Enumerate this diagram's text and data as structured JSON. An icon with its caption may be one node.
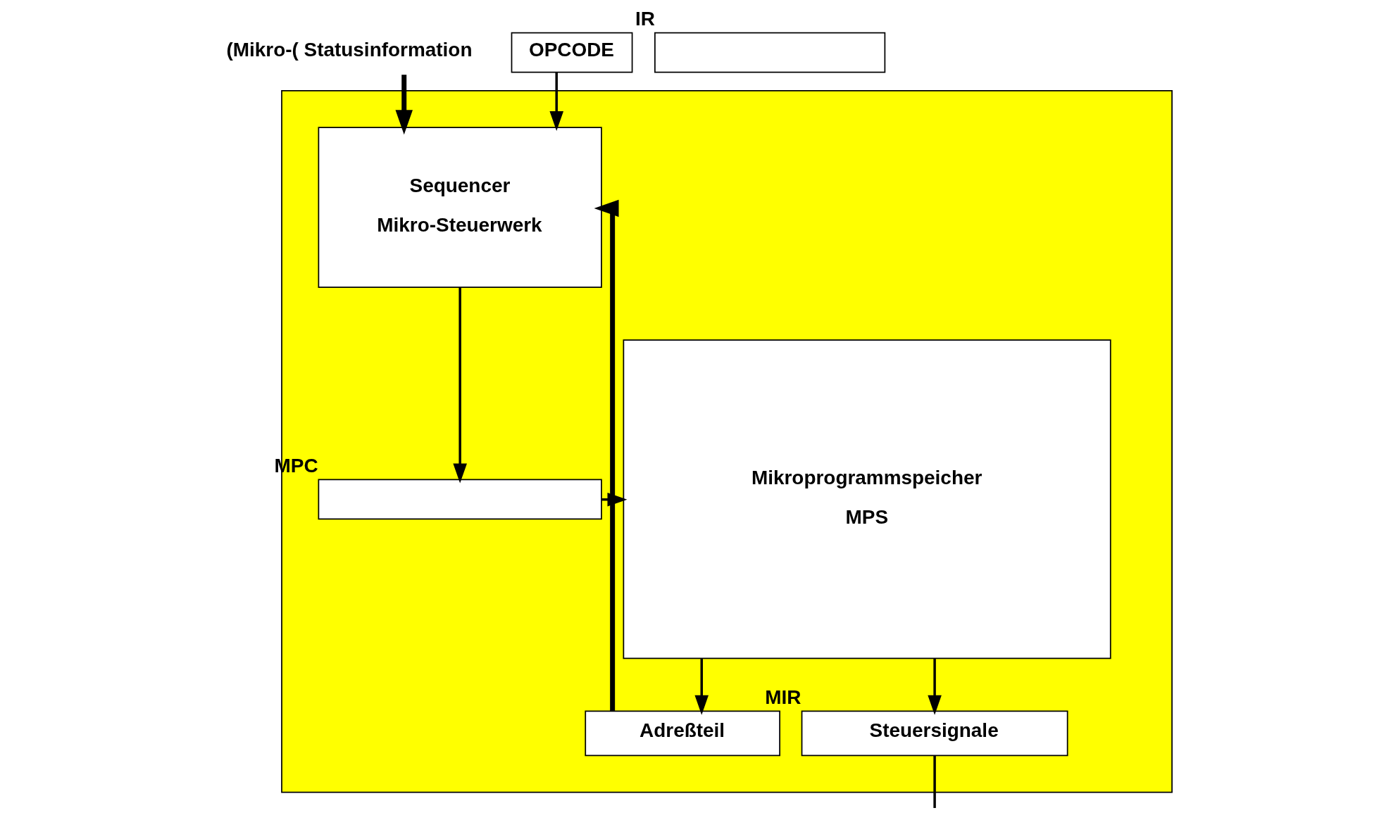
{
  "diagram": {
    "nodes": [
      {
        "text": [],
        "shape": "box"
      },
      {
        "text": [
          "(Mikro-( Statusinformation"
        ]
      },
      {
        "text": [
          "OPCODE"
        ]
      },
      {
        "text": [],
        "shape": "box",
        "beside": [
          "IR"
        ]
      },
      {
        "text": [
          "Sequencer",
          "Mikro-Steuerwerk"
        ],
        "in": 0
      },
      {
        "text": [],
        "shape": "box",
        "beside": [
          "MPC"
        ],
        "in": 0
      },
      {
        "text": [
          "Mikroprogrammspeicher",
          "MPS"
        ],
        "in": 0
      },
      {
        "text": [
          "Adreßteil"
        ],
        "in": 0
      },
      {
        "text": [
          "Steuersignale"
        ],
        "in": 0,
        "beside": [
          "MIR"
        ]
      }
    ],
    "edges": [
      {
        "from": 1,
        "to": 4,
        "arrow": "to",
        "style": "thick"
      },
      {
        "from": 2,
        "to": 4,
        "arrow": "to"
      },
      {
        "from": 7,
        "to": 4,
        "arrow": "to",
        "style": "thick"
      },
      {
        "from": 4,
        "to": 5,
        "arrow": "to"
      },
      {
        "from": 5,
        "to": 6,
        "arrow": "to"
      },
      {
        "from": 6,
        "to": 7,
        "arrow": "to"
      },
      {
        "from": 6,
        "to": 8,
        "arrow": "to"
      },
      {
        "from": 8,
        "to": null,
        "arrow": "none"
      }
    ]
  }
}
